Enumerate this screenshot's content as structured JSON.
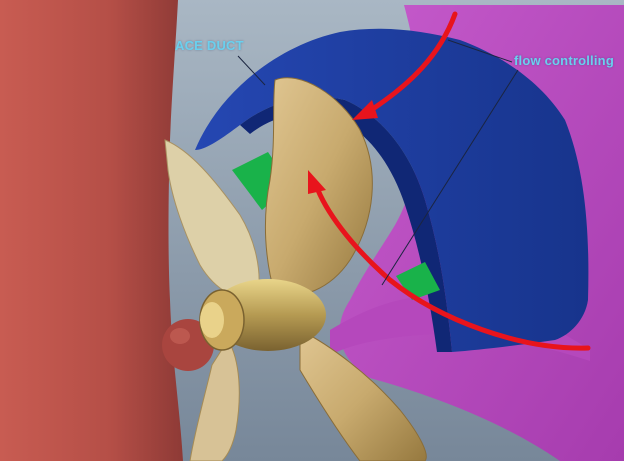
{
  "labels": {
    "ace_duct": "ACE DUCT",
    "flow_controlling": "flow controlling"
  },
  "colors": {
    "background_top": "#9aaab9",
    "background_bottom": "#7e8ea1",
    "hull": "#b7524a",
    "hull_shadow": "#8e3a36",
    "duct": "#1f3fa6",
    "duct_dark": "#142a77",
    "flow_surface": "#c052c2",
    "fins": "#19b24a",
    "propeller": "#c9ad72",
    "propeller_shadow": "#8f7440",
    "flow_arrows": "#e8141c",
    "label_text": "#6ad0ee"
  },
  "icons": [
    "flow-arrow",
    "leader-line"
  ]
}
